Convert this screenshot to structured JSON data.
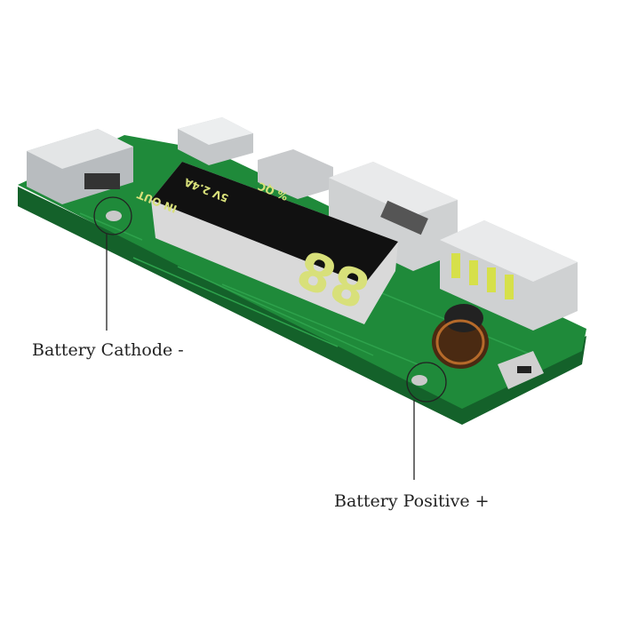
{
  "annotations": {
    "cathode_label": "Battery Cathode -",
    "positive_label": "Battery Positive +"
  },
  "display": {
    "line1": "IN OUT",
    "line2": "5V 2.4A",
    "line3": "% QC",
    "digits": "88",
    "digit_color": "#d8e07a"
  },
  "colors": {
    "pcb": "#1f8a3a",
    "display_body": "#111111",
    "usb_insert": "#d6e04a",
    "background": "#ffffff"
  }
}
